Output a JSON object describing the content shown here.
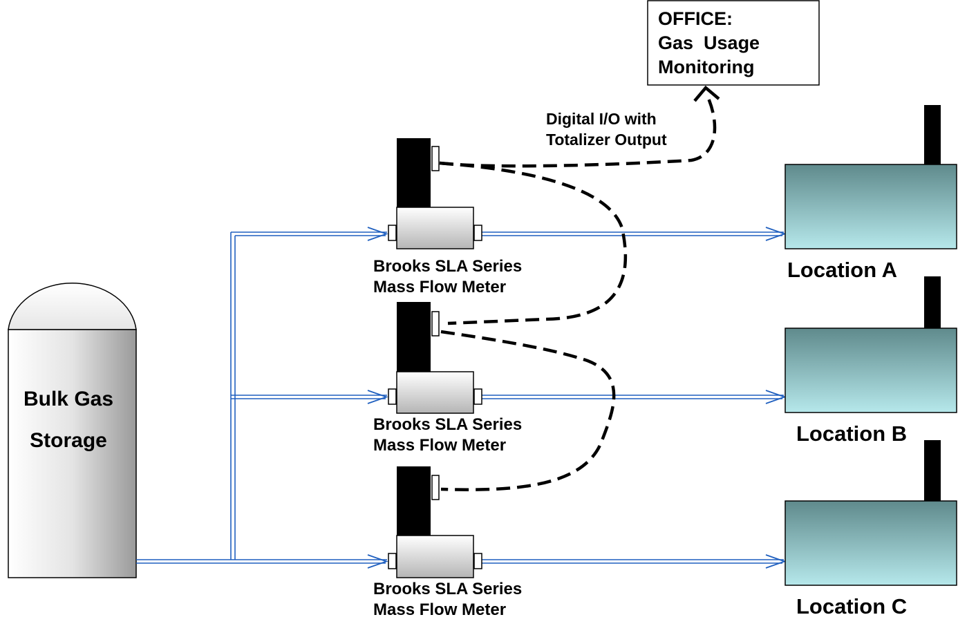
{
  "office": {
    "line1": "OFFICE:",
    "line2": "Gas  Usage",
    "line3": "Monitoring"
  },
  "signal": {
    "line1": "Digital I/O with",
    "line2": "Totalizer Output"
  },
  "storage": {
    "line1": "Bulk Gas",
    "line2": "Storage"
  },
  "meters": [
    {
      "line1": "Brooks SLA Series",
      "line2": "Mass Flow Meter"
    },
    {
      "line1": "Brooks SLA Series",
      "line2": "Mass Flow Meter"
    },
    {
      "line1": "Brooks SLA Series",
      "line2": "Mass Flow Meter"
    }
  ],
  "locations": [
    {
      "label": "Location A"
    },
    {
      "label": "Location B"
    },
    {
      "label": "Location C"
    }
  ],
  "colors": {
    "pipe": "#1f5fbf",
    "tank_top": "#5f8a8c",
    "tank_bottom": "#b6e8eb",
    "ink": "#000000"
  }
}
